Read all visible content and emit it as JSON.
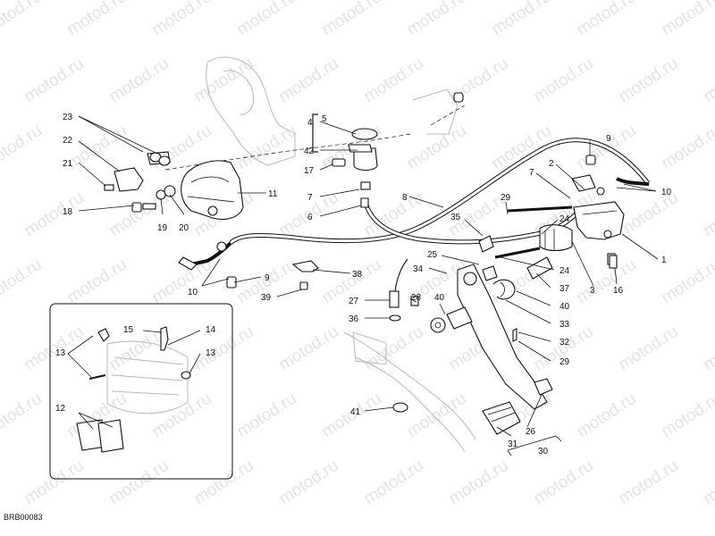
{
  "watermark": {
    "text": "motod.ru"
  },
  "diagram_code": "BRB00083",
  "callouts": {
    "c1": "1",
    "c2": "2",
    "c3": "3",
    "c4": "4",
    "c5": "5",
    "c6": "6",
    "c7a": "7",
    "c7b": "7",
    "c8": "8",
    "c9a": "9",
    "c9b": "9",
    "c10a": "10",
    "c10b": "10",
    "c11": "11",
    "c12": "12",
    "c13a": "13",
    "c13b": "13",
    "c14": "14",
    "c15": "15",
    "c16": "16",
    "c17": "17",
    "c18": "18",
    "c19": "19",
    "c20": "20",
    "c21": "21",
    "c22": "22",
    "c23": "23",
    "c24": "24",
    "c25": "25",
    "c26": "26",
    "c27": "27",
    "c28": "28",
    "c29a": "29",
    "c29b": "29",
    "c30": "30",
    "c31": "31",
    "c32": "32",
    "c33": "33",
    "c34": "34",
    "c35": "35",
    "c36": "36",
    "c37": "37",
    "c38": "38",
    "c39": "39",
    "c40a": "40",
    "c40b": "40",
    "c41": "41",
    "c42": "42"
  }
}
